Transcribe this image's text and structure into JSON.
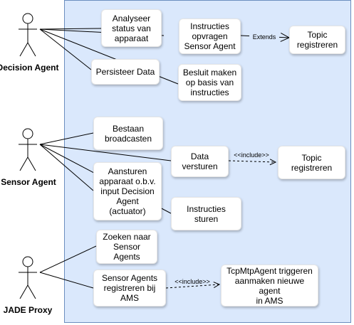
{
  "actors": [
    {
      "id": "decision",
      "label": "Decision Agent"
    },
    {
      "id": "sensor",
      "label": "Sensor Agent"
    },
    {
      "id": "proxy",
      "label": "JADE Proxy"
    }
  ],
  "use_cases": {
    "analyseer": "Analyseer\nstatus van\napparaat",
    "instructies_opvragen": "Instructies\nopvragen\nSensor Agent",
    "topic_registreren_1": "Topic\nregistreren",
    "persisteer": "Persisteer Data",
    "besluit": "Besluit maken\nop basis van\ninstructies",
    "bestaan": "Bestaan\nbroadcasten",
    "data_versturen": "Data\nversturen",
    "topic_registreren_2": "Topic\nregistreren",
    "aansturen": "Aansturen\napparaat o.b.v.\ninput Decision\nAgent\n(actuator)",
    "instructies_sturen": "Instructies sturen",
    "zoeken": "Zoeken naar\nSensor Agents",
    "sensor_registreren": "Sensor Agents\nregistreren bij\nAMS",
    "tcpmtp": "TcpMtpAgent triggeren\naanmaken nieuwe agent\nin AMS"
  },
  "relations": {
    "extends_label": "Extends",
    "include_label_1": "<<include>>",
    "include_label_2": "<<include>>"
  },
  "colors": {
    "system_fill": "#dae8fc",
    "system_stroke": "#6c8ebf",
    "line": "#000000"
  }
}
